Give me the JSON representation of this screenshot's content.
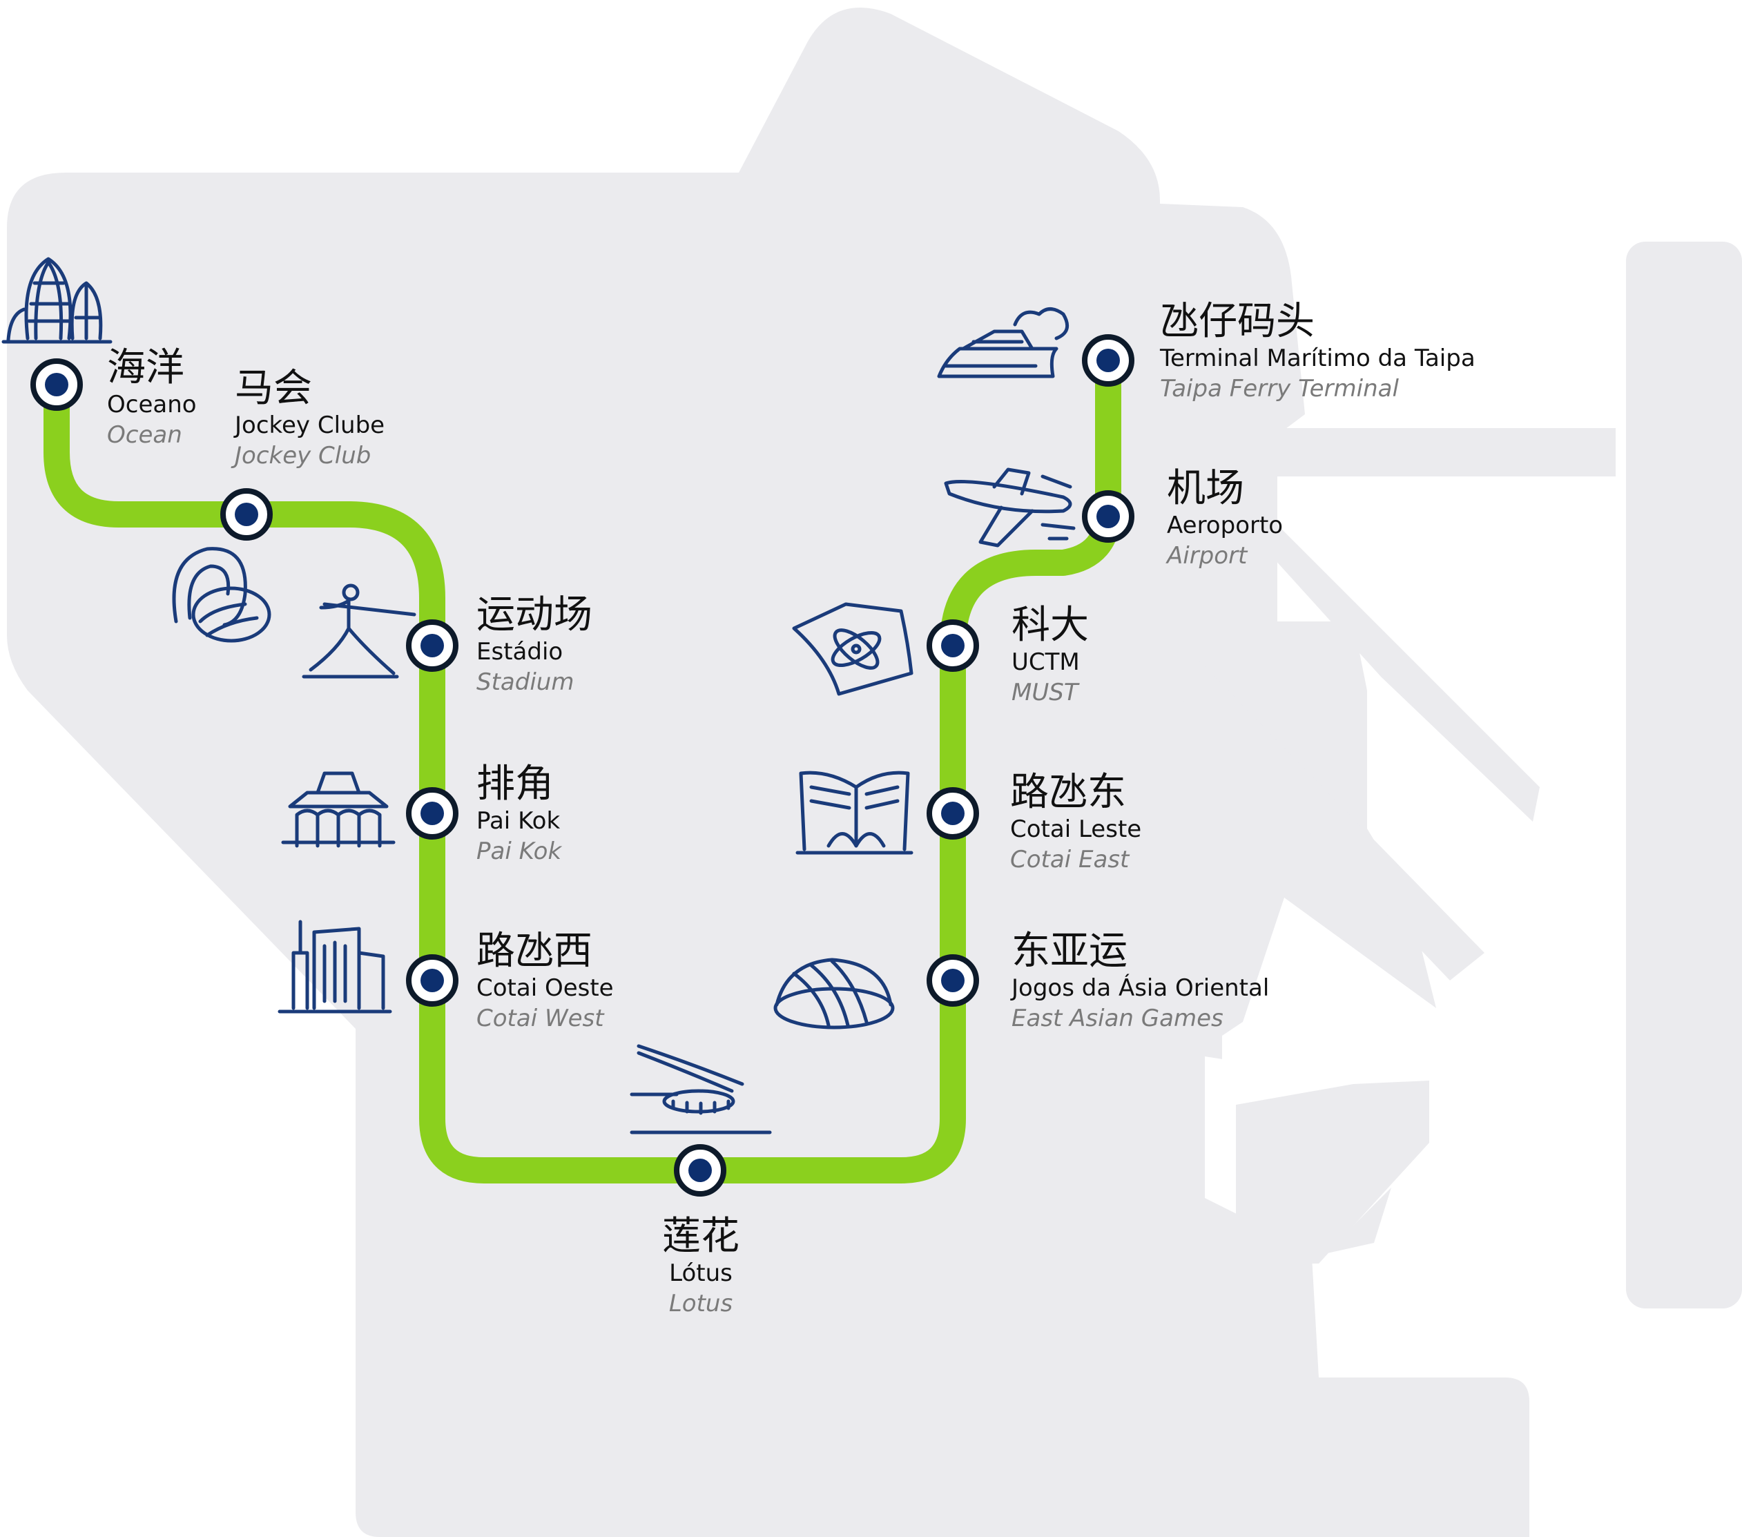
{
  "map": {
    "route_color": "#8bd01e",
    "station_color": "#0d2f6e",
    "land_color": "#ebebee"
  },
  "stations": [
    {
      "id": "ocean",
      "zh": "海洋",
      "pt": "Oceano",
      "en": "Ocean",
      "icon": "ocean-towers-icon"
    },
    {
      "id": "jockey",
      "zh": "马会",
      "pt": "Jockey Clube",
      "en": "Jockey Club",
      "icon": "horseshoe-icon"
    },
    {
      "id": "stadium",
      "zh": "运动场",
      "pt": "Estádio",
      "en": "Stadium",
      "icon": "javelin-thrower-icon"
    },
    {
      "id": "paikok",
      "zh": "排角",
      "pt": "Pai Kok",
      "en": "Pai Kok",
      "icon": "pavilion-icon"
    },
    {
      "id": "cotaiwest",
      "zh": "路氹西",
      "pt": "Cotai Oeste",
      "en": "Cotai West",
      "icon": "skyline-icon"
    },
    {
      "id": "lotus",
      "zh": "莲花",
      "pt": "Lótus",
      "en": "Lotus",
      "icon": "lotus-bridge-icon"
    },
    {
      "id": "eastasian",
      "zh": "东亚运",
      "pt": "Jogos da Ásia Oriental",
      "en": "East Asian Games",
      "icon": "dome-arena-icon"
    },
    {
      "id": "cotaieast",
      "zh": "路氹东",
      "pt": "Cotai Leste",
      "en": "Cotai East",
      "icon": "open-book-building-icon"
    },
    {
      "id": "must",
      "zh": "科大",
      "pt": "UCTM",
      "en": "MUST",
      "icon": "atom-paper-icon"
    },
    {
      "id": "airport",
      "zh": "机场",
      "pt": "Aeroporto",
      "en": "Airport",
      "icon": "airplane-icon"
    },
    {
      "id": "ferry",
      "zh": "氹仔码头",
      "pt": "Terminal Marítimo da Taipa",
      "en": "Taipa Ferry Terminal",
      "icon": "ferry-icon"
    }
  ]
}
